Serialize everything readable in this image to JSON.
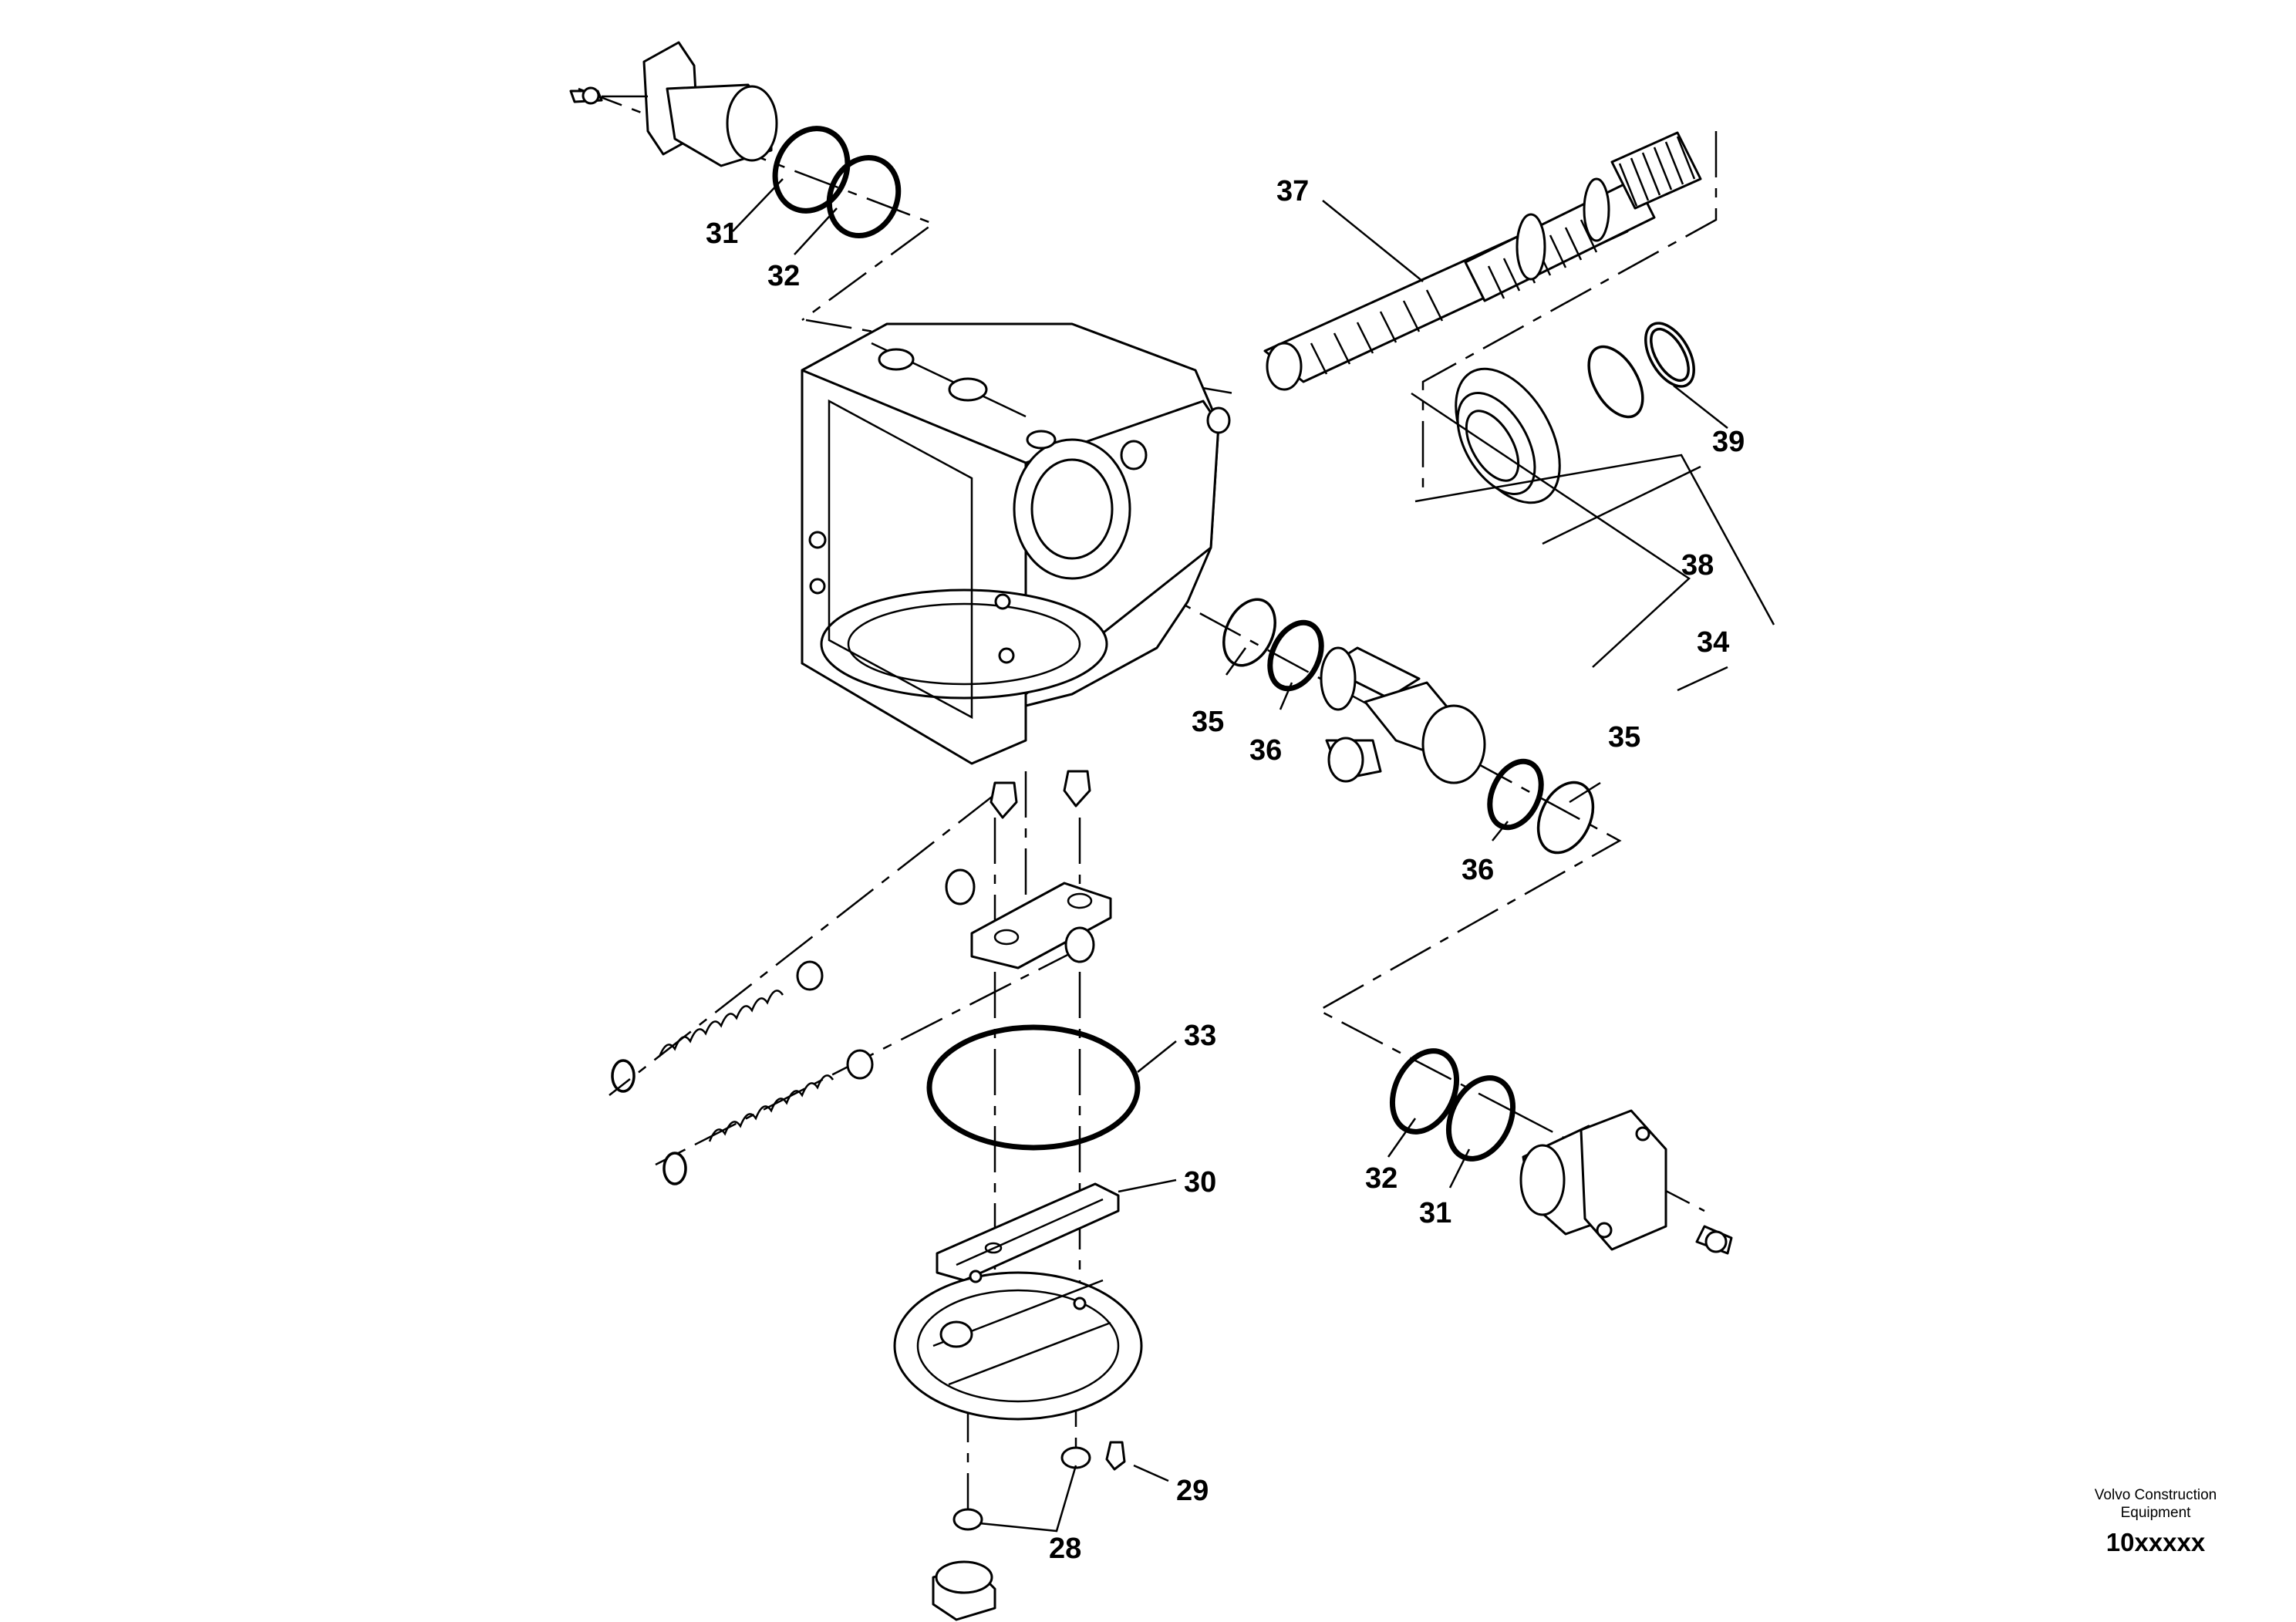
{
  "callouts": {
    "c28": "28",
    "c29": "29",
    "c30": "30",
    "c31a": "31",
    "c31b": "31",
    "c32a": "32",
    "c32b": "32",
    "c33": "33",
    "c34": "34",
    "c35a": "35",
    "c35b": "35",
    "c36a": "36",
    "c36b": "36",
    "c37": "37",
    "c38": "38",
    "c39": "39"
  },
  "footer": {
    "credit_line1": "Volvo Construction",
    "credit_line2": "Equipment",
    "doc_number": "10xxxxx"
  }
}
